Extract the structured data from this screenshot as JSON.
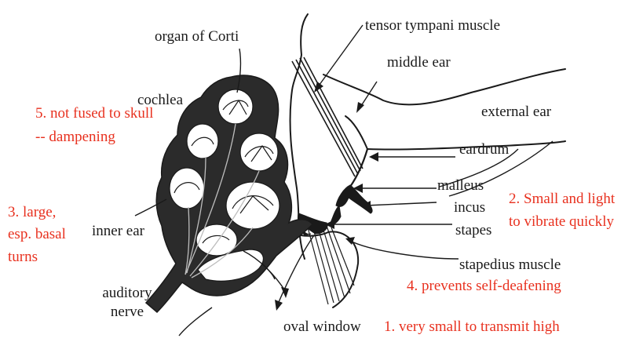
{
  "colors": {
    "ink": "#1a1a1a",
    "annotation": "#e8311f",
    "background": "#ffffff"
  },
  "labels": {
    "organ_of_corti": "organ of Corti",
    "tensor_tympani": "tensor tympani muscle",
    "middle_ear": "middle ear",
    "cochlea": "cochlea",
    "external_ear": "external ear",
    "eardrum": "eardrum",
    "malleus": "malleus",
    "incus": "incus",
    "stapes": "stapes",
    "inner_ear": "inner ear",
    "stapedius": "stapedius muscle",
    "auditory_nerve_1": "auditory",
    "auditory_nerve_2": "nerve",
    "oval_window": "oval window"
  },
  "notes": {
    "n5_line1": "5. not fused to skull",
    "n5_line2": "-- dampening",
    "n3_line1": "3. large,",
    "n3_line2": "esp. basal",
    "n3_line3": "turns",
    "n2_line1": "2. Small and light",
    "n2_line2": "to vibrate quickly",
    "n4": "4. prevents self-deafening",
    "n1": "1. very small to transmit high"
  }
}
